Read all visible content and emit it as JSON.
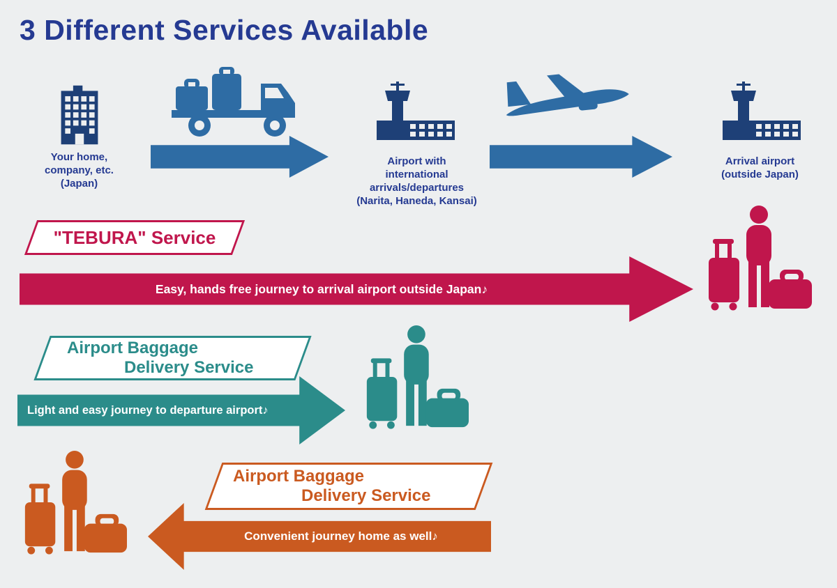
{
  "page": {
    "title": "3 Different Services Available",
    "background_color": "#edeff0"
  },
  "journey": {
    "stops": [
      {
        "icon": "building-icon",
        "label": "Your home,\ncompany, etc.\n(Japan)"
      },
      {
        "icon": "airport-tower-icon",
        "label": "Airport with\ninternational\narrivals/departures\n(Narita, Haneda, Kansai)"
      },
      {
        "icon": "airport-tower-icon",
        "label": "Arrival airport\n(outside Japan)"
      }
    ],
    "transports": [
      {
        "icon": "luggage-truck-icon"
      },
      {
        "icon": "airplane-icon"
      }
    ],
    "arrow_color": "#2e6ca4",
    "icon_color": "#1e4077",
    "label_color": "#253a92"
  },
  "services": [
    {
      "id": "tebura",
      "badge_lines": [
        "\"TEBURA\" Service"
      ],
      "banner_text": "Easy, hands free journey to arrival airport outside Japan♪",
      "color": "#c0164c",
      "traveler_icon": "traveler-with-luggage-icon"
    },
    {
      "id": "airport-baggage-delivery-departure",
      "badge_lines": [
        "Airport Baggage",
        "Delivery Service"
      ],
      "banner_text": "Light and easy journey to departure airport♪",
      "color": "#2b8c8a",
      "traveler_icon": "traveler-with-luggage-icon"
    },
    {
      "id": "airport-baggage-delivery-return",
      "badge_lines": [
        "Airport Baggage",
        "Delivery Service"
      ],
      "banner_text": "Convenient journey home as well♪",
      "color": "#ca5a20",
      "traveler_icon": "traveler-with-luggage-icon"
    }
  ]
}
